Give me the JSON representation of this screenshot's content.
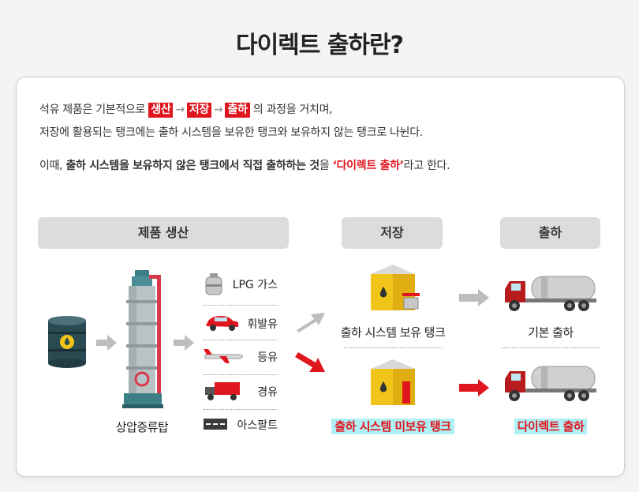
{
  "title": "다이렉트 출하란?",
  "intro": {
    "line1_pre": "석유 제품은 기본적으로",
    "steps": [
      "생산",
      "저장",
      "출하"
    ],
    "line1_post": "의 과정을 거치며,",
    "line2": "저장에 활용되는 탱크에는 출하 시스템을 보유한 탱크와 보유하지 않는 탱크로 나뉜다.",
    "line3_pre": "이때,",
    "line3_bold": "출하 시스템을 보유하지 않은 탱크에서 직접 출하하는 것",
    "line3_mid": "을",
    "line3_red": "‘다이렉트 출하’",
    "line3_post": "라고 한다."
  },
  "headers": {
    "production": "제품 생산",
    "storage": "저장",
    "shipping": "출하"
  },
  "labels": {
    "tower": "상압증류탑",
    "tank_with": "출하 시스템 보유 탱크",
    "tank_without": "출하 시스템 미보유 탱크",
    "basic_shipping": "기본 출하",
    "direct_shipping": "다이렉트 출하"
  },
  "products": [
    {
      "label": "LPG 가스",
      "icon": "lpg-cylinder-icon"
    },
    {
      "label": "휘발유",
      "icon": "car-icon"
    },
    {
      "label": "등유",
      "icon": "airplane-icon"
    },
    {
      "label": "경유",
      "icon": "truck-icon"
    },
    {
      "label": "아스팔트",
      "icon": "road-icon"
    }
  ],
  "colors": {
    "accent_red": "#e0161e",
    "highlight": "#aef0f4",
    "header_bg": "#dcdcdc"
  }
}
